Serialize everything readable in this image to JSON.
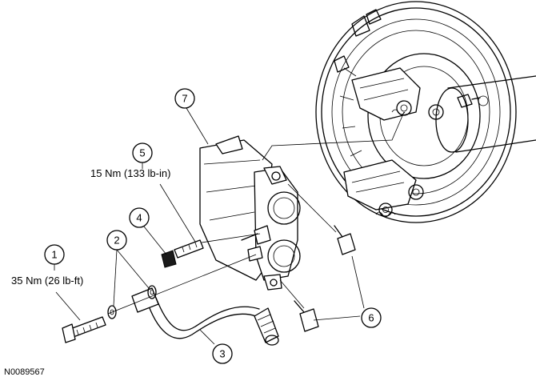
{
  "callouts": {
    "c1": "1",
    "c2": "2",
    "c3": "3",
    "c4": "4",
    "c5": "5",
    "c6": "6",
    "c7": "7"
  },
  "torque": {
    "item1": "35 Nm (26 lb-ft)",
    "item5": "15 Nm (133 lb-in)"
  },
  "figure_id": "N0089567"
}
